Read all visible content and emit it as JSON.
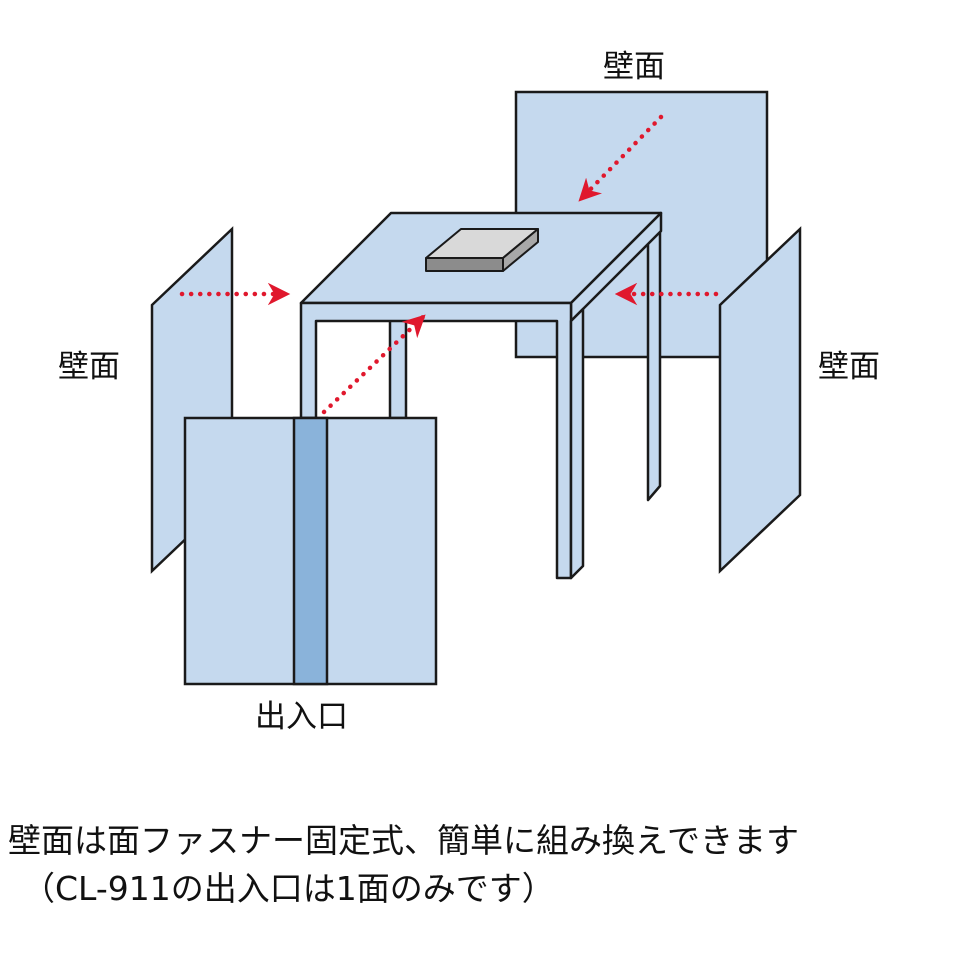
{
  "labels": {
    "top_wall": "壁面",
    "left_wall": "壁面",
    "right_wall": "壁面",
    "entrance": "出入口"
  },
  "caption": {
    "line1": "壁面は面ファスナー固定式、簡単に組み換えできます",
    "line2": "（CL-911の出入口は1面のみです）"
  },
  "colors": {
    "panel_fill": "#c5d9ee",
    "panel_stroke": "#1a1a1a",
    "seam_strip": "#8ab3da",
    "arrow": "#e0182d",
    "device_top": "#d9d9d9",
    "device_side": "#8c8c8c"
  }
}
